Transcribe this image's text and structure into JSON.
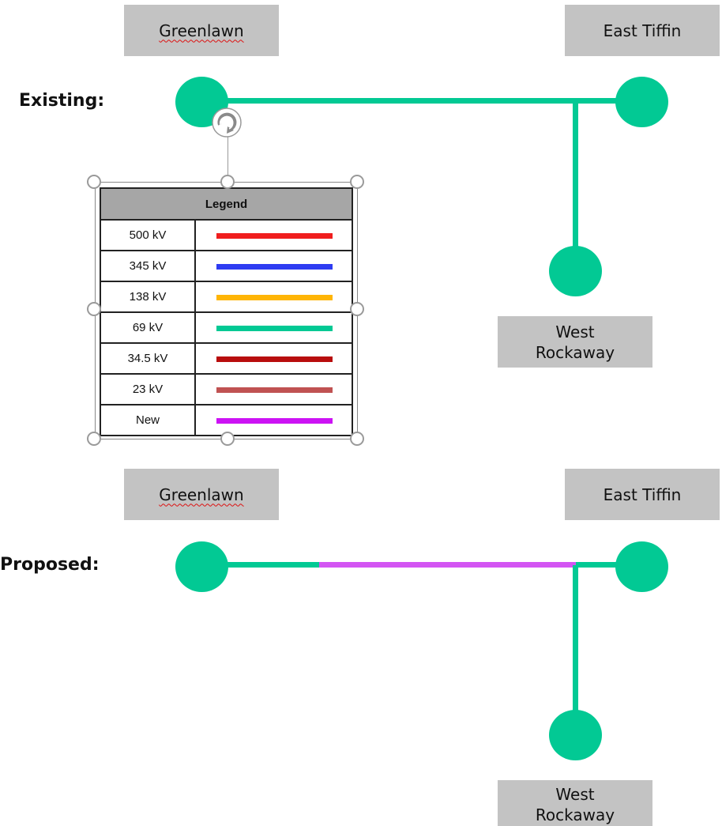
{
  "colors": {
    "line_69kv": "#02c994",
    "line_new": "#d355f3",
    "label_box": "#c3c3c3"
  },
  "existing": {
    "heading": "Existing:",
    "greenlawn": "Greenlawn",
    "east_tiffin": "East Tiffin",
    "west_rockaway": "West Rockaway"
  },
  "proposed": {
    "heading": "Proposed:",
    "greenlawn": "Greenlawn",
    "east_tiffin": "East Tiffin",
    "west_rockaway": "West Rockaway"
  },
  "legend": {
    "title": "Legend",
    "rows": [
      {
        "label": "500 kV",
        "color": "#f01e1e"
      },
      {
        "label": "345 kV",
        "color": "#2e3cf2"
      },
      {
        "label": "138 kV",
        "color": "#ffb505"
      },
      {
        "label": "69 kV",
        "color": "#02c994"
      },
      {
        "label": "34.5 kV",
        "color": "#b80d0d"
      },
      {
        "label": "23 kV",
        "color": "#c05252"
      },
      {
        "label": "New",
        "color": "#cc12f4"
      }
    ]
  },
  "icons": {
    "rotate_handle": "rotate-icon",
    "resize_handle": "resize-handle-icon"
  }
}
